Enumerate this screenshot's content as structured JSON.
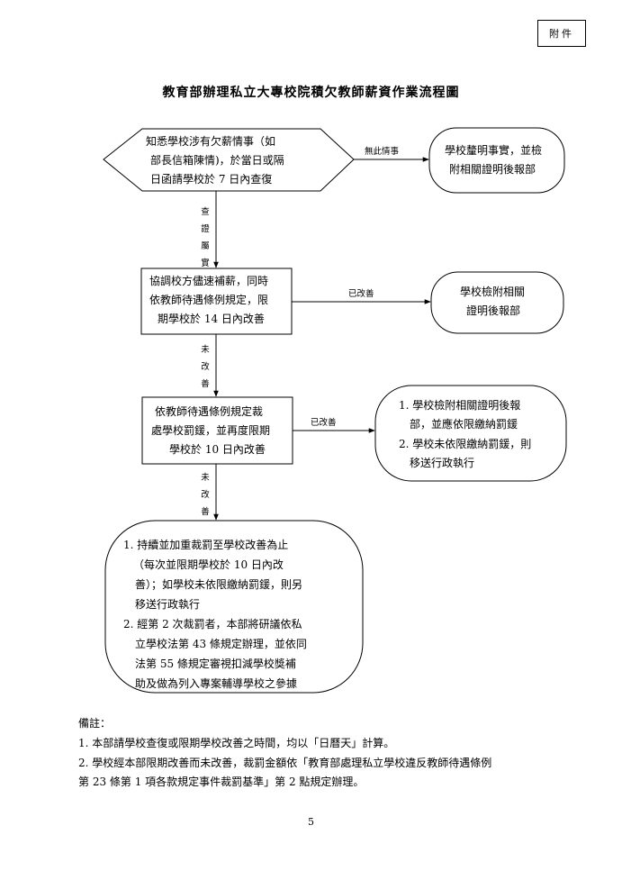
{
  "attachment_label": "附件",
  "title": "教育部辦理私立大專校院積欠教師薪資作業流程圖",
  "steps": {
    "step1": [
      "知悉學校涉有欠薪情事（如",
      "部長信箱陳情)，於當日或隔",
      "日函請學校於 7 日內查復"
    ],
    "step2": [
      "協調校方儘速補薪，同時",
      "依教師待遇條例規定，限",
      "期學校於 14 日內改善"
    ],
    "step3": [
      "依教師待遇條例規定裁",
      "處學校罰鍰，並再度限期",
      "學校於 10 日內改善"
    ],
    "step4": [
      "1. 持續並加重裁罰至學校改善為止",
      "（每次並限期學校於  10  日內改",
      "善）；如學校未依限繳納罰鍰，則另",
      "移送行政執行",
      "2. 經第 2 次裁罰者，本部將研議依私",
      "立學校法第 43 條規定辦理，並依同",
      "法第  55  條規定審視扣減學校獎補",
      "助及做為列入專案輔導學校之參據"
    ]
  },
  "outcomes": {
    "out1": [
      "學校釐明事實，並檢",
      "附相關證明後報部"
    ],
    "out2": [
      "學校檢附相關",
      "證明後報部"
    ],
    "out3": [
      "1. 學校檢附相關證明後報",
      "部，並應依限繳納罰鍰",
      "2. 學校未依限繳納罰鍰，則",
      "移送行政執行"
    ]
  },
  "arrow_labels": {
    "no_such_case": "無此情事",
    "verified": "查證屬實",
    "improved_1": "已改善",
    "not_improved_1": "未改善",
    "improved_2": "已改善",
    "not_improved_2": "未改善"
  },
  "notes": {
    "heading": "備註：",
    "items": [
      "1.  本部請學校查復或限期學校改善之時間，均以「日曆天」計算。",
      "2.  學校經本部限期改善而未改善，裁罰金額依「教育部處理私立學校違反教師待遇條例",
      "     第 23 條第 1 項各款規定事件裁罰基準」第 2 點規定辦理。"
    ]
  },
  "page_number": "5"
}
